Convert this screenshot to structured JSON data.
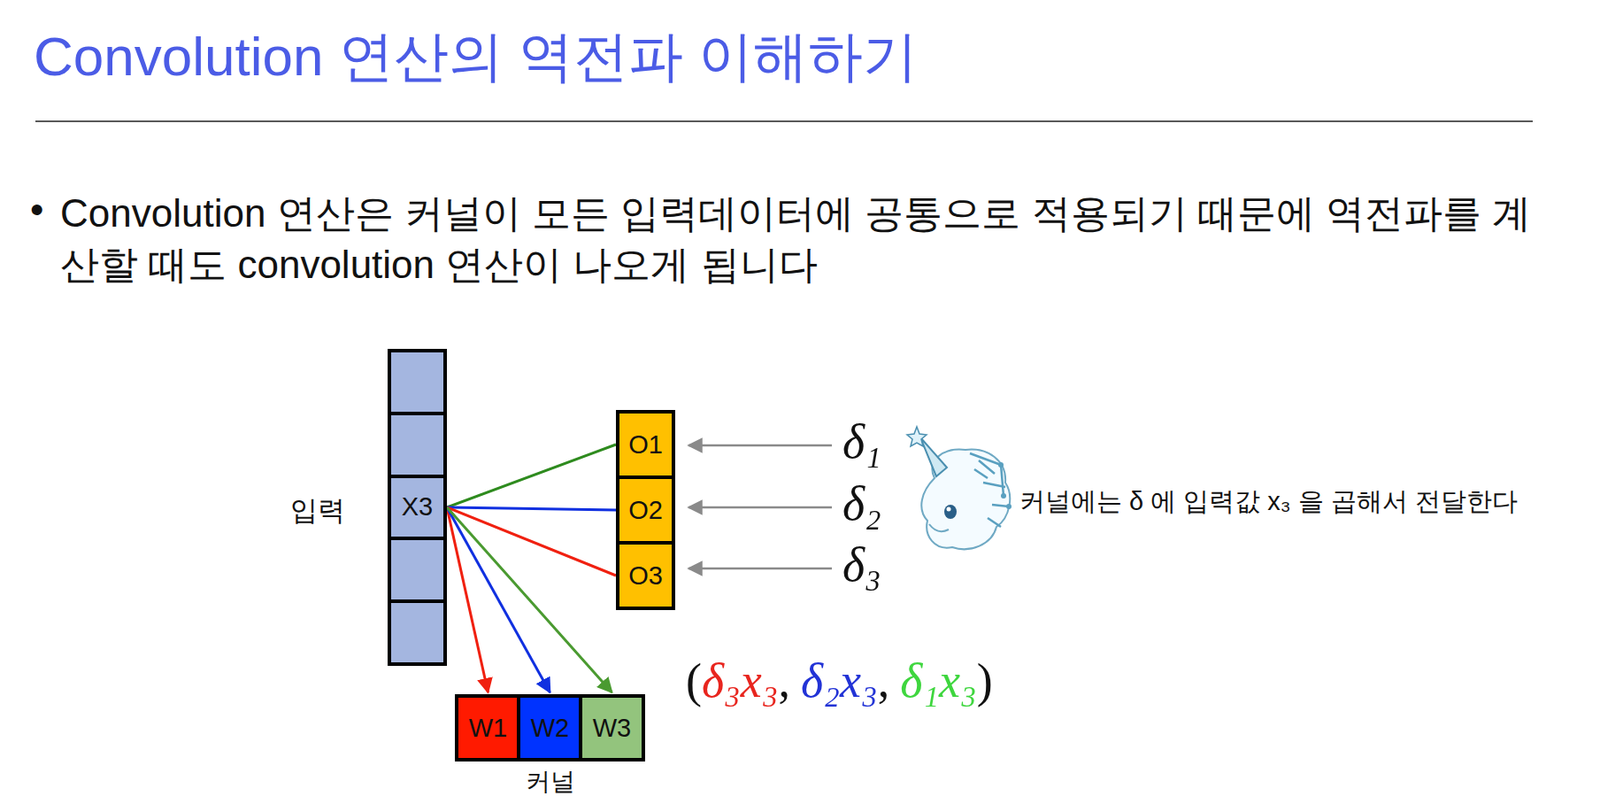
{
  "diagram": {
    "title": "Convolution 연산의 역전파 이해하기",
    "nodes": [
      {
        "text": [
          "입력"
        ]
      },
      {
        "text": [
          "X3"
        ],
        "in": 0
      },
      {
        "text": [
          "O1"
        ]
      },
      {
        "text": [
          "O2"
        ]
      },
      {
        "text": [
          "O3"
        ]
      },
      {
        "text": [
          "커널"
        ]
      },
      {
        "text": [
          "W1"
        ],
        "in": 5
      },
      {
        "text": [
          "W2"
        ],
        "in": 5
      },
      {
        "text": [
          "W3"
        ],
        "in": 5
      }
    ],
    "edges": [
      {
        "from": 1,
        "to": 2,
        "arrow": "none"
      },
      {
        "from": 1,
        "to": 3,
        "arrow": "none"
      },
      {
        "from": 1,
        "to": 4,
        "arrow": "none"
      },
      {
        "from": 1,
        "to": 6,
        "arrow": "to"
      },
      {
        "from": 1,
        "to": 7,
        "arrow": "to"
      },
      {
        "from": 1,
        "to": 8,
        "arrow": "to"
      }
    ],
    "labels": [
      "•",
      "Convolution 연산은 커널이 모든 입력데이터에 공통으로 적용되기 때문에 역전파를 계산할 때도 convolution 연산이 나오게 됩니다",
      "δ₁",
      "δ₂",
      "δ₃",
      "커널에는 δ 에 입력값 x₃ 을 곱해서 전달한다",
      "(",
      "δ₃x₃",
      ",",
      "δ₂x₃",
      ",",
      "δ₁x₃",
      ")"
    ]
  }
}
